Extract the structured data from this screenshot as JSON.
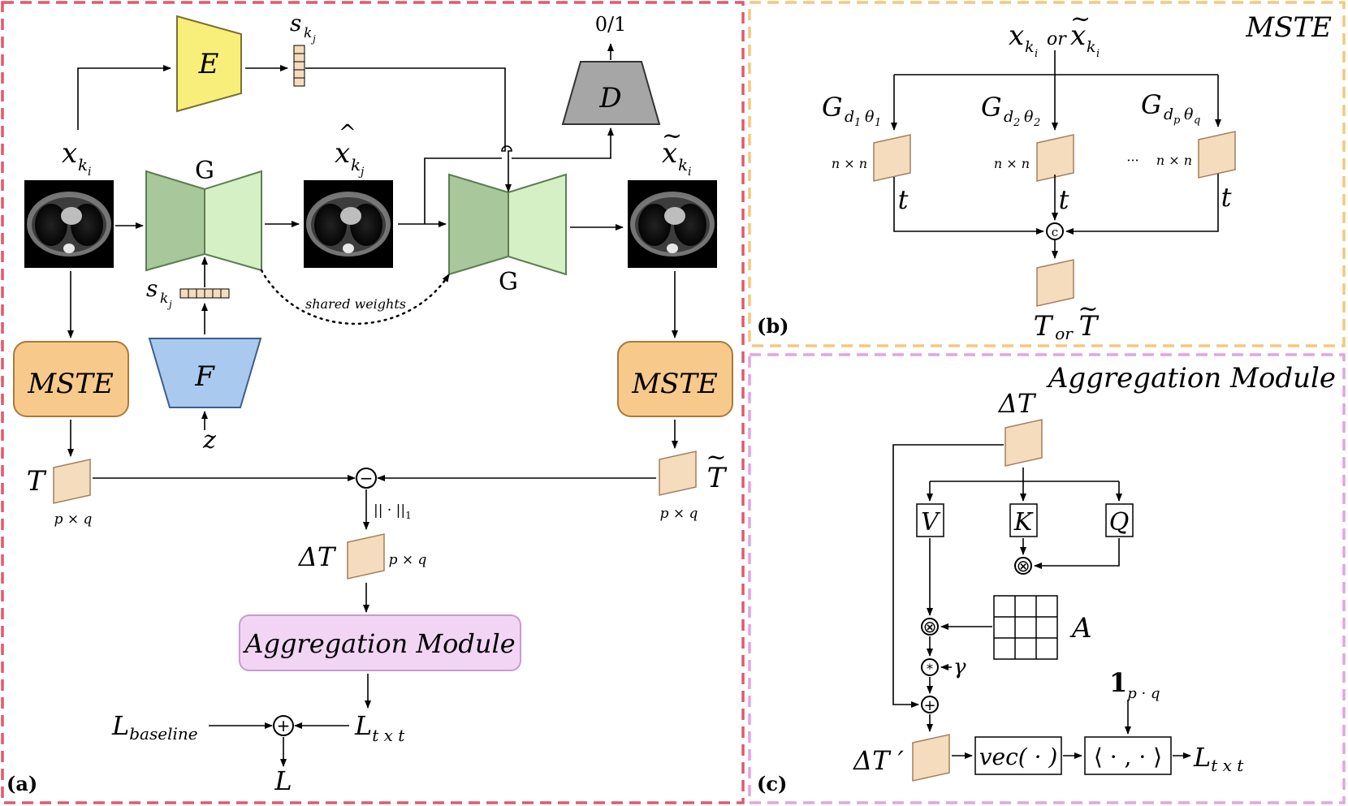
{
  "panels": {
    "a": {
      "tag": "(a)"
    },
    "b": {
      "tag": "(b)",
      "title": "MSTE"
    },
    "c": {
      "tag": "(c)",
      "title": "Aggregation Module"
    }
  },
  "panel_a": {
    "encoder_label": "E",
    "generator_label": "G",
    "discriminator_label": "D",
    "mapping_label": "F",
    "disc_output": "0/1",
    "style_code_top": "s",
    "style_code_top_sub": "k",
    "style_code_top_subsub": "j",
    "style_code_left": "s",
    "style_code_left_sub": "k",
    "style_code_left_subsub": "j",
    "input_image": "x",
    "input_sub": "k",
    "input_subsub": "i",
    "generated_image": "x",
    "generated_accent": "^",
    "generated_sub": "k",
    "generated_subsub": "j",
    "reconstructed_image": "x",
    "reconstructed_accent": "~",
    "reconstructed_sub": "k",
    "reconstructed_subsub": "i",
    "noise": "z",
    "shared_weights": "shared weights",
    "mste_left": "MSTE",
    "mste_right": "MSTE",
    "texture_left": "T",
    "texture_right": "T",
    "texture_right_accent": "~",
    "dim_left": "p × q",
    "dim_right": "p × q",
    "dim_delta": "p × q",
    "norm_label": "|| · ||",
    "norm_sub": "1",
    "delta_label": "ΔT",
    "aggregation_label": "Aggregation Module",
    "loss_baseline": "L",
    "loss_baseline_sub": "baseline",
    "loss_txt": "L",
    "loss_txt_sub": "t x t",
    "loss_total": "L",
    "minus_symbol": "−",
    "plus_symbol": "+"
  },
  "panel_b": {
    "input_x": "x",
    "input_x_sub": "k",
    "input_x_subsub": "i",
    "or_word": "or",
    "input_xt": "x",
    "input_xt_accent": "~",
    "input_xt_sub": "k",
    "input_xt_subsub": "i",
    "filters": [
      {
        "g": "G",
        "sub": "d",
        "subsub": "1",
        "theta": "θ",
        "thetasub": "1",
        "dim": "n × n",
        "t": "t"
      },
      {
        "g": "G",
        "sub": "d",
        "subsub": "2",
        "theta": "θ",
        "thetasub": "2",
        "dim": "n × n",
        "t": "t"
      },
      {
        "g": "G",
        "sub": "d",
        "subsub": "p",
        "theta": "θ",
        "thetasub": "q",
        "dim": "n × n",
        "t": "t"
      }
    ],
    "ellipsis": "···",
    "concat_symbol": "c",
    "output_T": "T",
    "output_or": "or",
    "output_Tt": "T",
    "output_Tt_accent": "~"
  },
  "panel_c": {
    "delta_label": "ΔT",
    "v_label": "V",
    "k_label": "K",
    "q_label": "Q",
    "attention_label": "A",
    "gamma_label": "γ",
    "mult_symbol": "⊗",
    "star_symbol": "*",
    "plus_symbol": "+",
    "delta_prime_label": "ΔT ′",
    "vec_label": "vec( · )",
    "inner_label": "⟨ · , · ⟩",
    "ones_label": "1",
    "ones_sub": "p · q",
    "loss_label": "L",
    "loss_sub": "t x t"
  },
  "colors": {
    "panel_a_border": "#e05a6b",
    "panel_b_border": "#f5c77e",
    "panel_c_border": "#e3a3e6",
    "encoder_fill": "#f7ef7a",
    "generator_dark": "#a8c79a",
    "generator_light": "#d6f0c6",
    "discriminator_fill": "#a6a6a6",
    "mapping_fill": "#a9c9ee",
    "mste_fill": "#f7c98a",
    "aggregation_fill": "#f2d5f5",
    "texture_fill": "#f4dcbd"
  }
}
